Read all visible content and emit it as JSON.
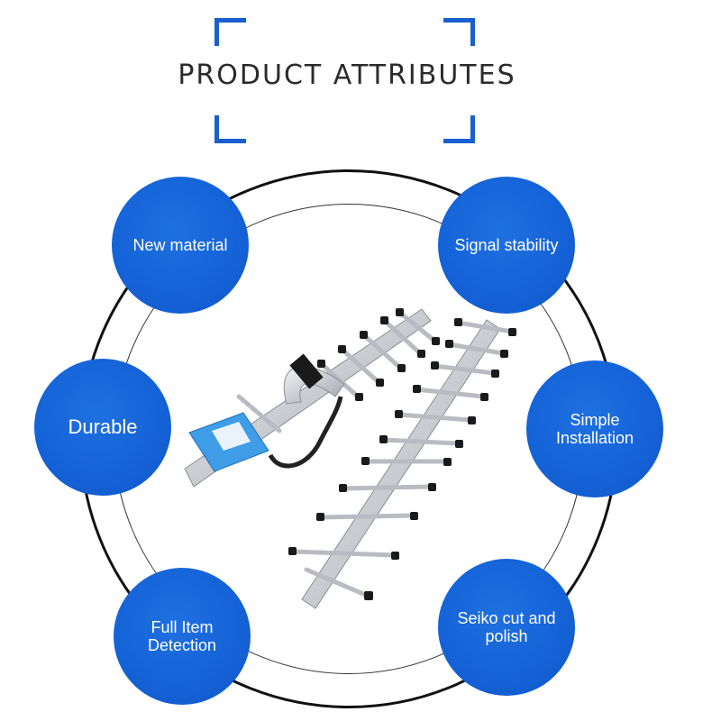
{
  "header": {
    "title": "PRODUCT ATTRIBUTES",
    "accent_color": "#1a5fcf"
  },
  "product": {
    "label_text": ""
  },
  "attributes": [
    {
      "label": "New material"
    },
    {
      "label": "Signal stability"
    },
    {
      "label": "Durable"
    },
    {
      "label": "Simple\nInstallation"
    },
    {
      "label": "Full Item\nDetection"
    },
    {
      "label": "Seiko cut and\npolish"
    }
  ]
}
